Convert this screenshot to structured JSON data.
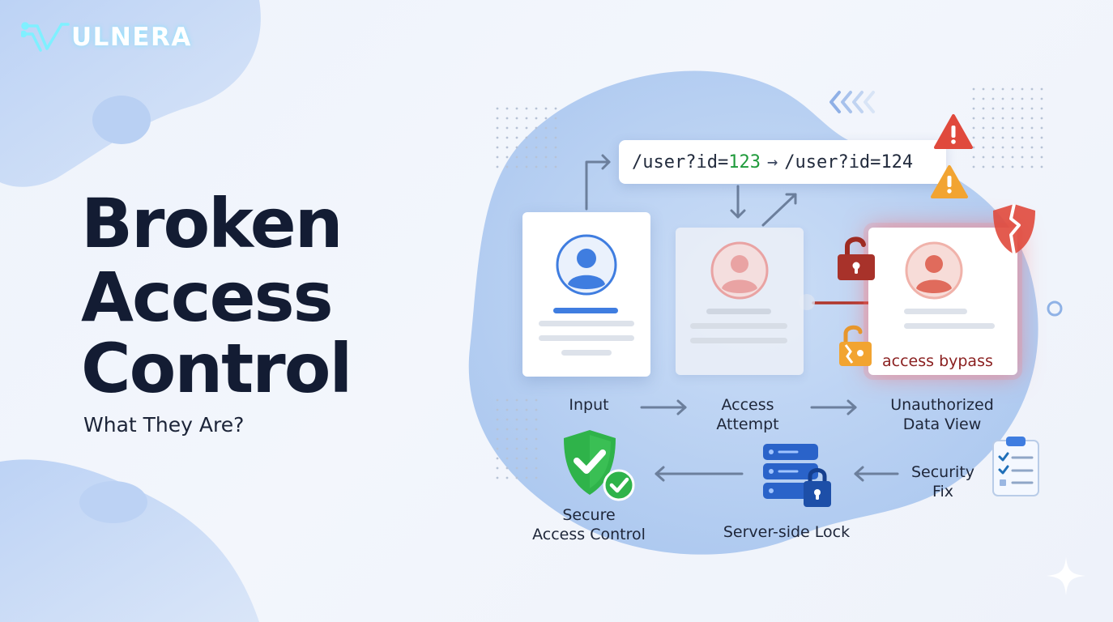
{
  "logo": {
    "text": "ULNERA",
    "icon": "v-circuit-logo-icon",
    "color": "#7ff0ff"
  },
  "title": {
    "line1": "Broken",
    "line2": "Access",
    "line3": "Control"
  },
  "subtitle": "What They Are?",
  "url_bar": {
    "from_prefix": "/user?id=",
    "from_id": "123",
    "arrow": "→",
    "to_prefix": "/user?id=",
    "to_id": "124"
  },
  "cards": {
    "input": {
      "icon": "user-avatar-icon",
      "accent": "#3f7de0"
    },
    "attempt": {
      "icon": "user-avatar-icon",
      "accent": "#e9a3a3"
    },
    "unauthorized": {
      "icon": "user-avatar-icon",
      "accent": "#e06b5c",
      "badge": "access bypass"
    }
  },
  "flow": {
    "input": "Input",
    "attempt_l1": "Access",
    "attempt_l2": "Attempt",
    "view_l1": "Unauthorized",
    "view_l2": "Data View",
    "fix_l1": "Security",
    "fix_l2": "Fix",
    "lock": "Server-side Lock",
    "secure_l1": "Secure",
    "secure_l2": "Access Control"
  },
  "colors": {
    "title": "#131c33",
    "accent_blue": "#3f7de0",
    "danger": "#e0493c",
    "warning": "#f2a431",
    "success": "#2fb34a"
  }
}
